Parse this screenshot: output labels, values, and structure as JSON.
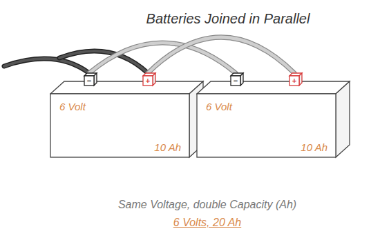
{
  "diagram": {
    "title": "Batteries Joined in Parallel",
    "caption": "Same Voltage, double Capacity (Ah)",
    "nodes": [
      {
        "text": [
          "6 Volt",
          "10 Ah"
        ]
      },
      {
        "text": [
          "6 Volt",
          "10 Ah"
        ]
      }
    ],
    "edges": [
      {
        "from": 0,
        "to": 1,
        "arrow": "none"
      },
      {
        "from": 0,
        "to": 1,
        "arrow": "none"
      }
    ],
    "labels": [
      "−",
      "+",
      "−",
      "+",
      "6 Volts, 20 Ah"
    ]
  }
}
